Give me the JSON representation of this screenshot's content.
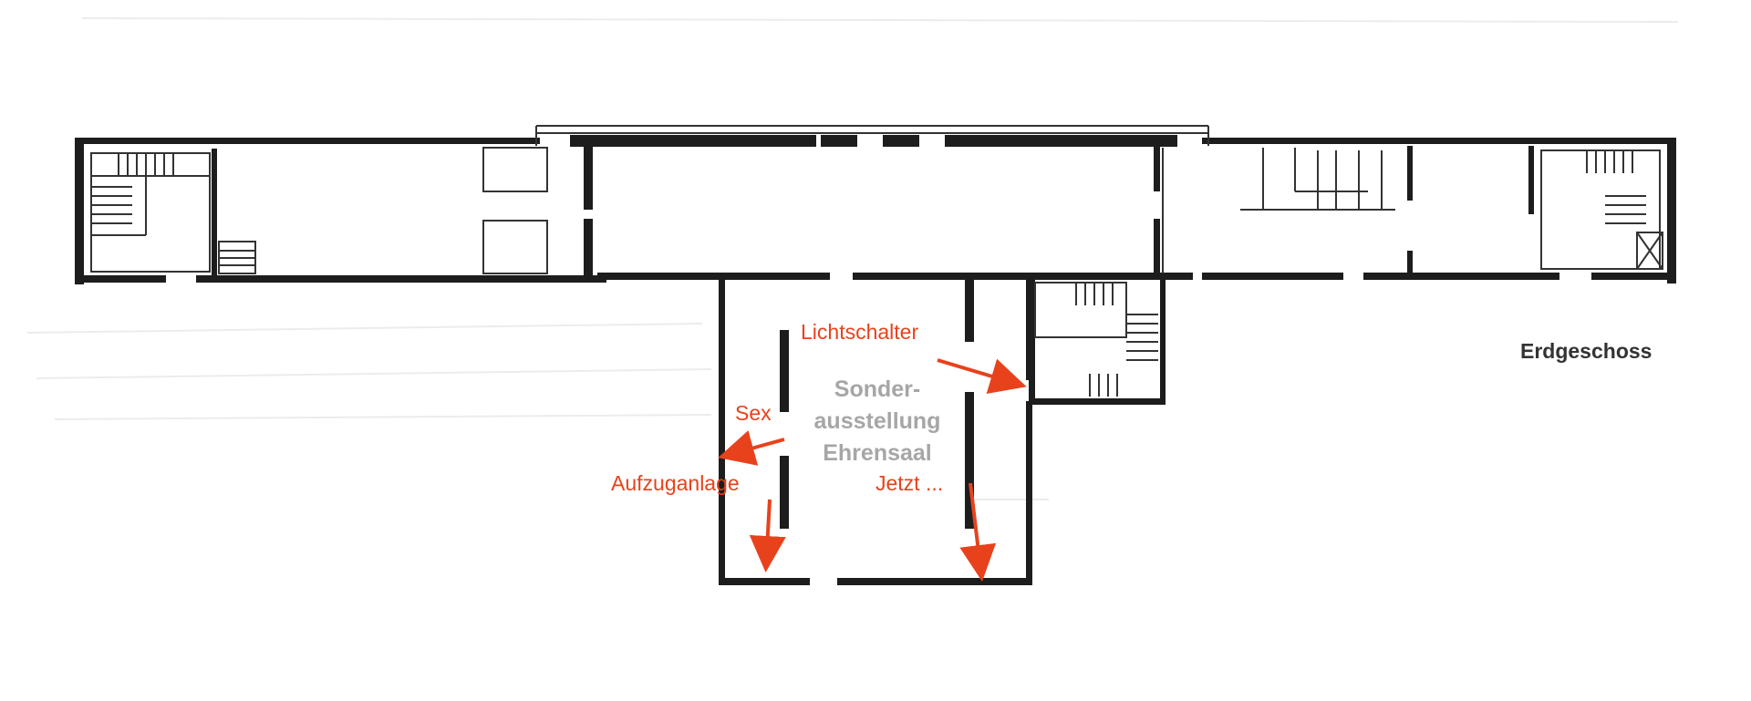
{
  "floor_label": "Erdgeschoss",
  "room_label": {
    "line1": "Sonder-",
    "line2": "ausstellung",
    "line3": "Ehrensaal"
  },
  "annotations": {
    "lichtschalter": "Lichtschalter",
    "sex": "Sex",
    "aufzug": "Aufzuganlage",
    "jetzt": "Jetzt ..."
  },
  "colors": {
    "annotation": "#e8421c",
    "walls": "#1d1d1d",
    "room_label": "#a6a6a6"
  }
}
